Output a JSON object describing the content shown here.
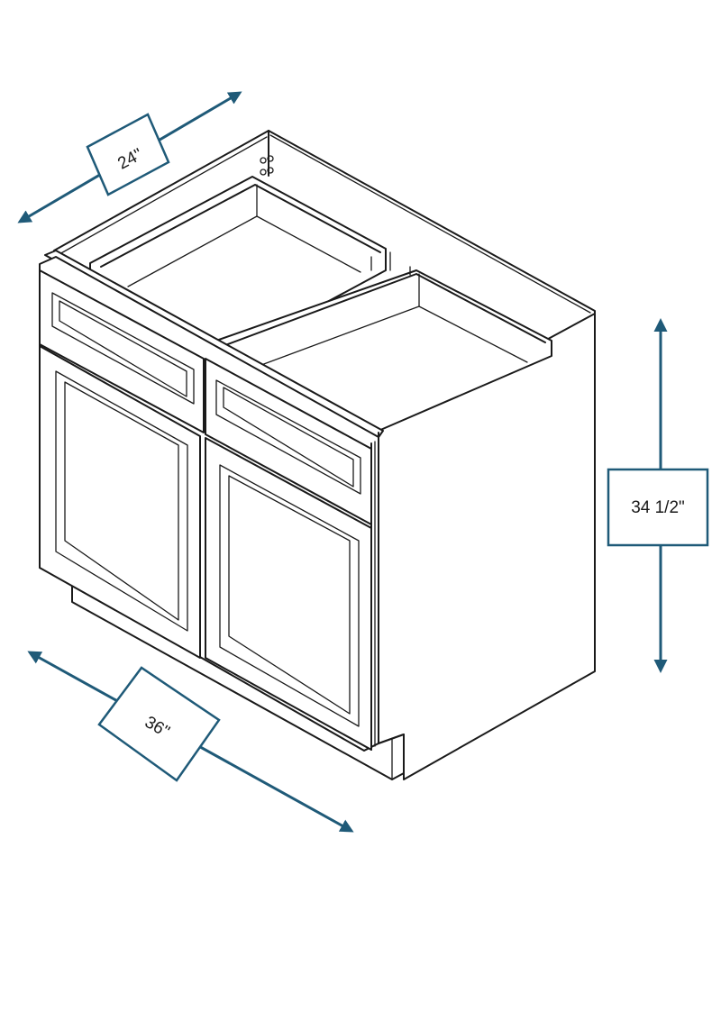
{
  "dimensions": {
    "depth": "24\"",
    "width": "36\"",
    "height": "34 1/2\""
  },
  "colors": {
    "dimension_accent": "#1f5a78",
    "line": "#1a1a1a",
    "background": "#ffffff"
  }
}
